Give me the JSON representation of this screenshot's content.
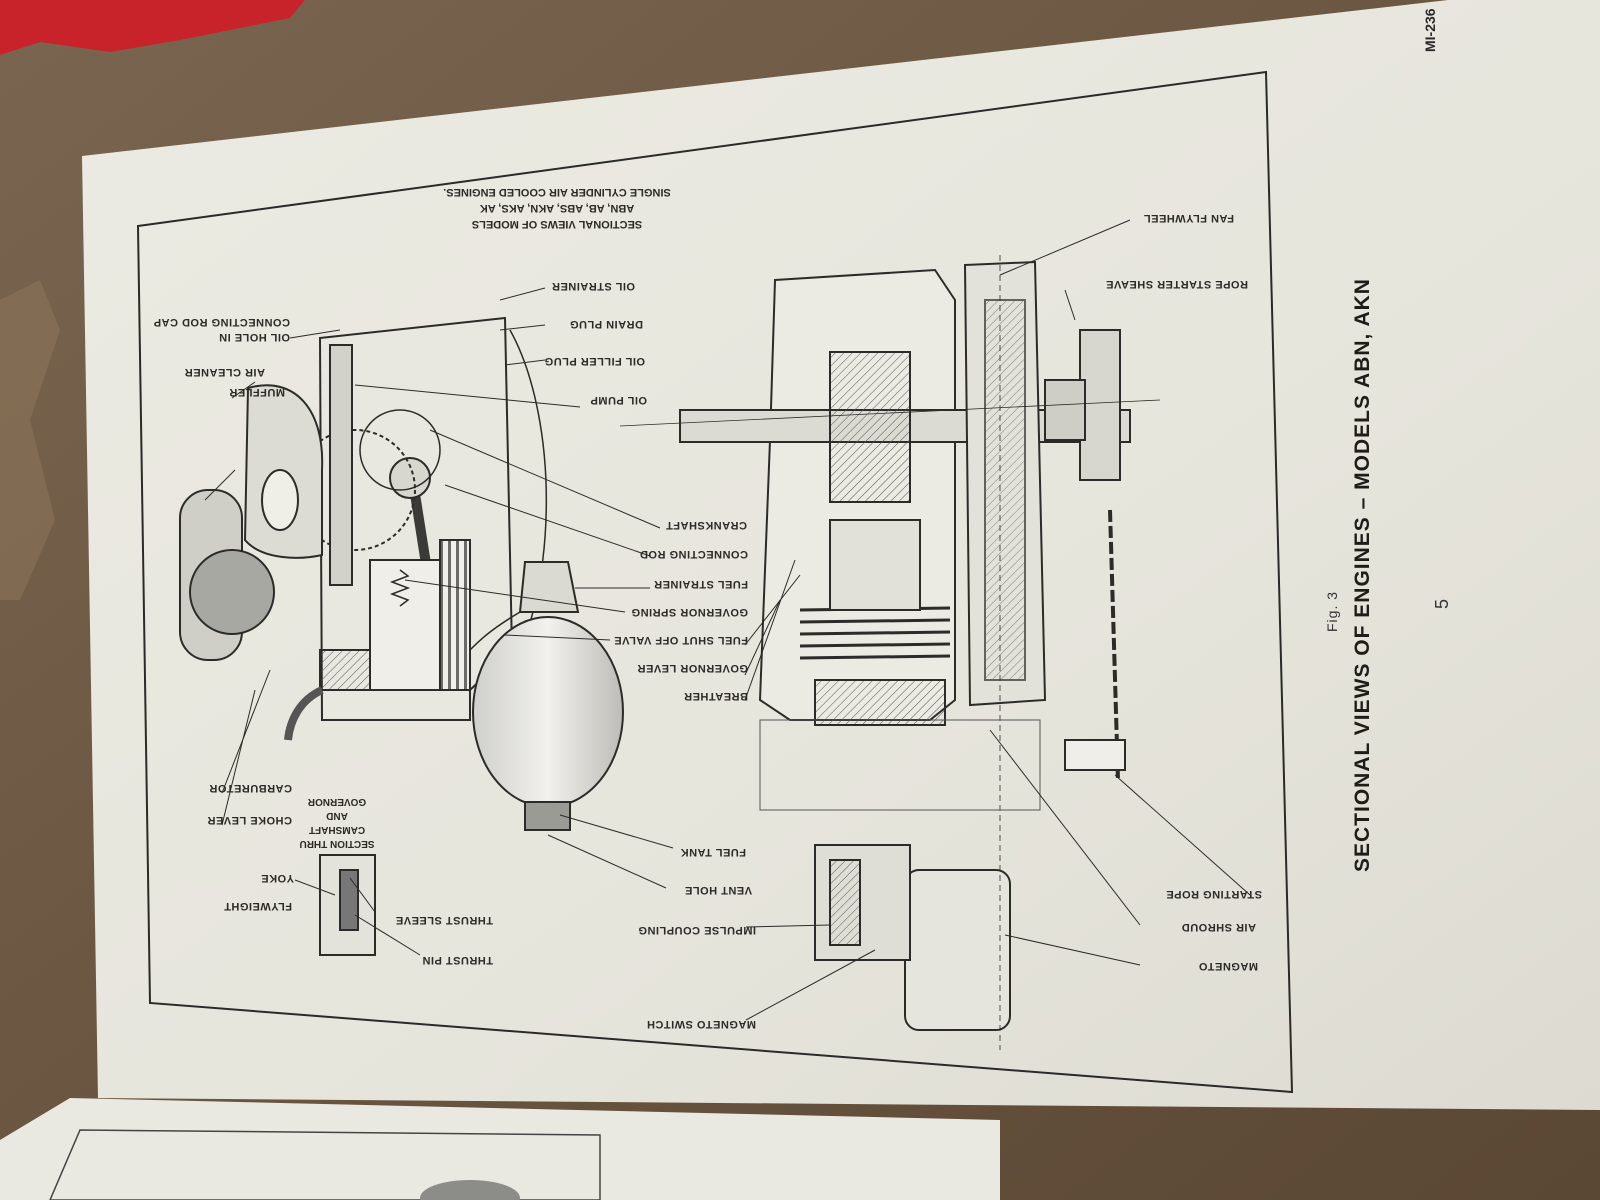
{
  "page": {
    "title": "SECTIONAL VIEWS OF ENGINES – MODELS ABN, AKN",
    "figure": "Fig. 3",
    "page_number": "5",
    "corner_code": "MI-236"
  },
  "caption_lines": [
    "SECTIONAL VIEWS OF MODELS",
    "ABN, AB, ABS, AKN, AKS, AK",
    "SINGLE CYLINDER AIR COOLED ENGINES."
  ],
  "section_note_lines": [
    "SECTION THRU",
    "CAMSHAFT",
    "AND",
    "GOVERNOR"
  ],
  "labels": {
    "oil_hole": "OIL HOLE IN",
    "connecting_rod_cap": "CONNECTING ROD CAP",
    "air_cleaner": "AIR CLEANER",
    "muffler": "MUFFLER",
    "oil_strainer": "OIL STRAINER",
    "drain_plug": "DRAIN PLUG",
    "oil_filler_plug": "OIL FILLER PLUG",
    "oil_pump": "OIL PUMP",
    "crankshaft": "CRANKSHAFT",
    "connecting_rod": "CONNECTING ROD",
    "fuel_strainer": "FUEL STRAINER",
    "governor_spring": "GOVERNOR SPRING",
    "fuel_shut_off_valve": "FUEL SHUT OFF VALVE",
    "governor_lever": "GOVERNOR LEVER",
    "breather": "BREATHER",
    "carburetor": "CARBURETOR",
    "choke_lever": "CHOKE LEVER",
    "fuel_tank": "FUEL TANK",
    "vent_hole": "VENT HOLE",
    "impulse_coupling": "IMPULSE COUPLING",
    "yoke": "YOKE",
    "flyweight": "FLYWEIGHT",
    "thrust_sleeve": "THRUST SLEEVE",
    "thrust_pin": "THRUST PIN",
    "magneto_switch": "MAGNETO SWITCH",
    "fan_flywheel": "FAN FLYWHEEL",
    "rope_starter_sheave": "ROPE STARTER SHEAVE",
    "starting_rope": "STARTING ROPE",
    "air_shroud": "AIR SHROUD",
    "magneto": "MAGNETO"
  }
}
